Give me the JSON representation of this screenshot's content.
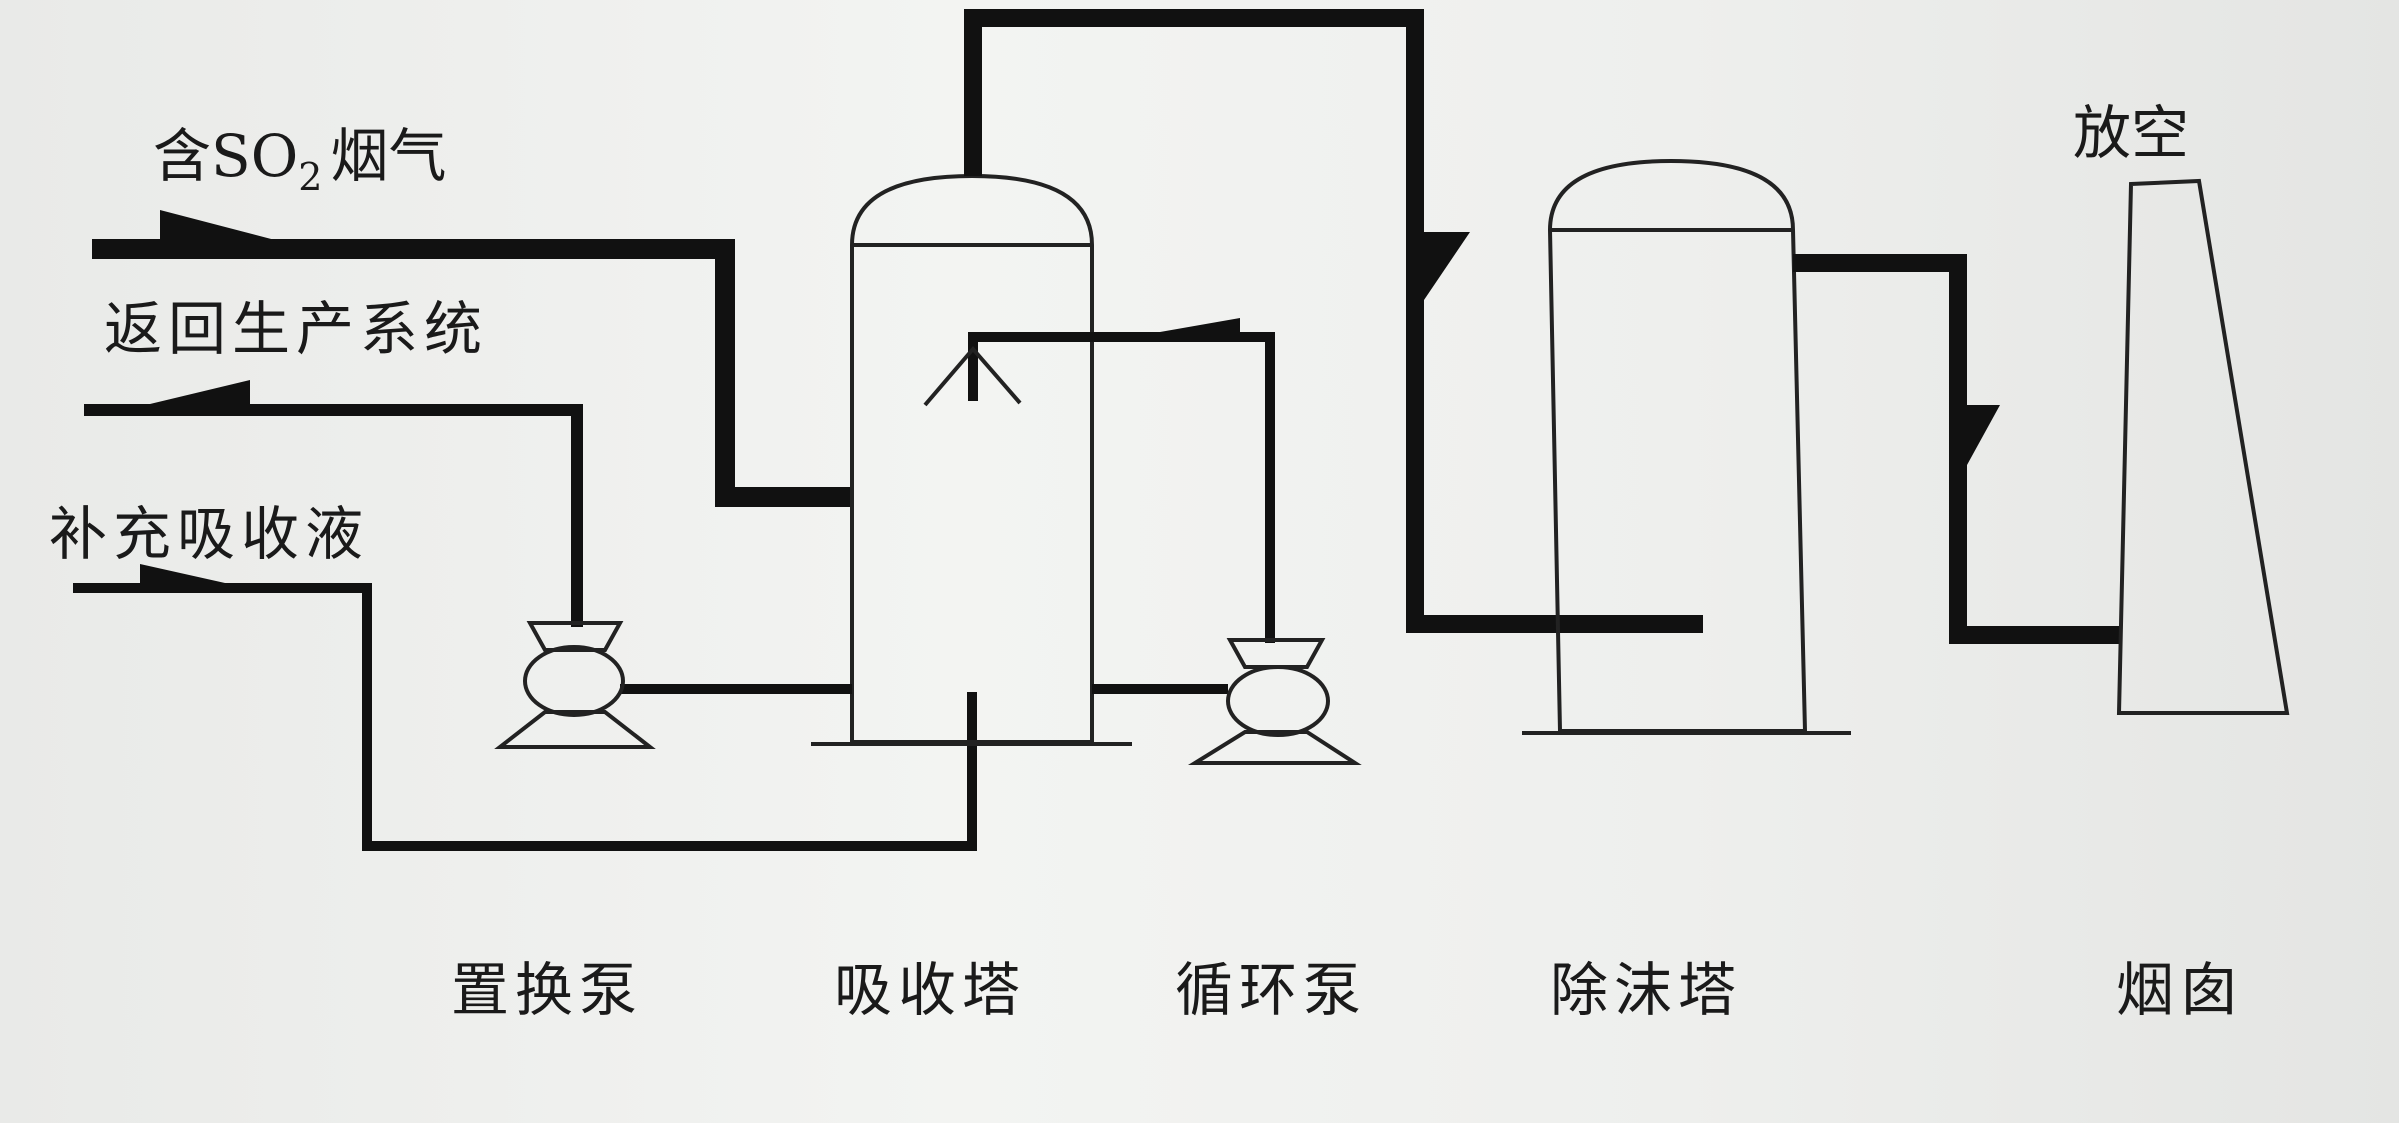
{
  "streams": {
    "inlet_gas": "含SO",
    "inlet_gas_sub": "2",
    "inlet_gas_tail": "烟气",
    "return": "返回生产系统",
    "makeup": "补充吸收液",
    "vent": "放空"
  },
  "equipment": {
    "replacement_pump": "置换泵",
    "absorber": "吸收塔",
    "circulation_pump": "循环泵",
    "demister": "除沫塔",
    "stack": "烟囱"
  }
}
